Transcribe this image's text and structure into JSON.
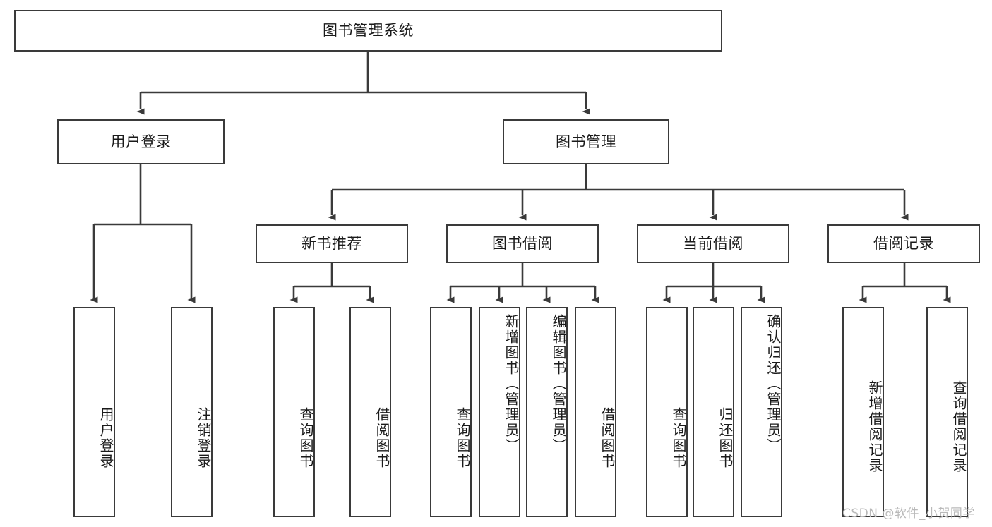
{
  "diagram": {
    "type": "tree-hierarchy",
    "title_node": {
      "label": "图书管理系统"
    },
    "level2": [
      {
        "id": "user-login",
        "label": "用户登录"
      },
      {
        "id": "book-manage",
        "label": "图书管理"
      }
    ],
    "level3": [
      {
        "id": "new-book-recommend",
        "label": "新书推荐",
        "parent": "book-manage"
      },
      {
        "id": "book-borrow",
        "label": "图书借阅",
        "parent": "book-manage"
      },
      {
        "id": "current-borrow",
        "label": "当前借阅",
        "parent": "book-manage"
      },
      {
        "id": "borrow-record",
        "label": "借阅记录",
        "parent": "book-manage"
      }
    ],
    "leaves": [
      {
        "id": "leaf-user-login",
        "label": "用户登录",
        "parent": "user-login"
      },
      {
        "id": "leaf-user-logout",
        "label": "注销登录",
        "parent": "user-login"
      },
      {
        "id": "leaf-query-book-1",
        "label": "查询图书",
        "parent": "new-book-recommend"
      },
      {
        "id": "leaf-borrow-book-1",
        "label": "借阅图书",
        "parent": "new-book-recommend"
      },
      {
        "id": "leaf-query-book-2",
        "label": "查询图书",
        "parent": "book-borrow"
      },
      {
        "id": "leaf-add-book",
        "label": "新增图书（管理员）",
        "parent": "book-borrow"
      },
      {
        "id": "leaf-edit-book",
        "label": "编辑图书（管理员）",
        "parent": "book-borrow"
      },
      {
        "id": "leaf-borrow-book-2",
        "label": "借阅图书",
        "parent": "book-borrow"
      },
      {
        "id": "leaf-query-book-3",
        "label": "查询图书",
        "parent": "current-borrow"
      },
      {
        "id": "leaf-return-book",
        "label": "归还图书",
        "parent": "current-borrow"
      },
      {
        "id": "leaf-confirm-return",
        "label": "确认归还（管理员）",
        "parent": "current-borrow"
      },
      {
        "id": "leaf-add-record",
        "label": "新增借阅记录",
        "parent": "borrow-record"
      },
      {
        "id": "leaf-query-record",
        "label": "查询借阅记录",
        "parent": "borrow-record"
      }
    ],
    "colors": {
      "stroke": "#3a3a3a",
      "background": "#ffffff",
      "text": "#1a1a1a",
      "watermark": "#b9b9b9"
    }
  },
  "watermark": {
    "text": "CSDN @软件_小贺同学"
  }
}
